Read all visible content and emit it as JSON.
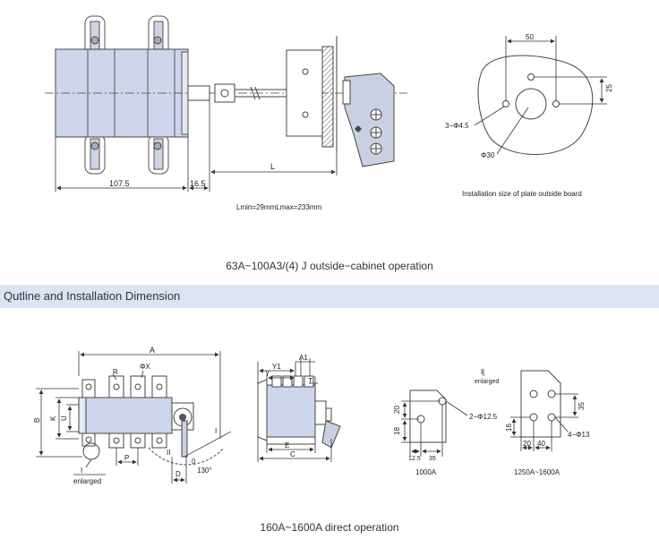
{
  "top": {
    "dims": {
      "width_main": "107.5",
      "width_shaft": "16.5",
      "length": "L",
      "l_range": "Lmin=29mmLmax=233mm"
    },
    "plate": {
      "dim_50": "50",
      "dim_25": "25",
      "holes": "3−Φ4.5",
      "center": "Φ30",
      "caption": "Installation size of plate outside board"
    },
    "caption": "63A~100A3/(4) J outside−cabinet operation"
  },
  "section_title": "Qutline and Installation Dimension",
  "bottom": {
    "front_labels": {
      "a": "A",
      "r": "R",
      "phix": "ΦX",
      "b": "B",
      "k": "K",
      "u": "U",
      "p": "P",
      "d": "D",
      "i_mark": "I",
      "ii_mark": "II",
      "zero": "0",
      "angle": "130°",
      "i_enlarged": "I",
      "enlarged": "enlarged"
    },
    "side_labels": {
      "y1": "Y1",
      "a1": "A1",
      "y": "Y",
      "t": "T",
      "e": "E",
      "c": "C"
    },
    "detail_1000": {
      "h20": "20",
      "h18": "18",
      "w12": "12.5",
      "w35": "35",
      "holes": "2−Φ12.5",
      "caption": "1000A"
    },
    "detail_1250": {
      "i": "I",
      "enlarged": "enlarged",
      "h35": "35",
      "h16": "16",
      "w20": "20",
      "w40": "40",
      "holes": "4−Φ13",
      "caption": "1250A~1600A"
    },
    "caption": "160A~1600A direct operation"
  }
}
